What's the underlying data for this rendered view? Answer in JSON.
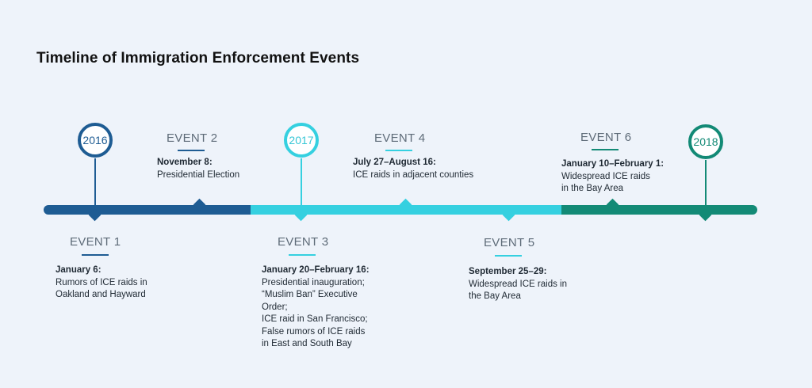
{
  "title": "Timeline of Immigration Enforcement Events",
  "colors": {
    "seg_2016": "#1e5c93",
    "seg_2017": "#35d0e0",
    "seg_2018": "#138a76",
    "background": "#eef3fa"
  },
  "years": [
    "2016",
    "2017",
    "2018"
  ],
  "events": [
    {
      "label": "EVENT 1",
      "date": "January 6:",
      "lines": [
        "Rumors of ICE raids in",
        "Oakland and Hayward"
      ]
    },
    {
      "label": "EVENT 2",
      "date": "November 8:",
      "lines": [
        "Presidential Election"
      ]
    },
    {
      "label": "EVENT 3",
      "date": "January 20–February 16:",
      "lines": [
        "Presidential inauguration;",
        "“Muslim Ban” Executive",
        "Order;",
        "ICE raid in San Francisco;",
        "False rumors of ICE raids",
        "in East and South Bay"
      ]
    },
    {
      "label": "EVENT 4",
      "date": "July 27–August 16:",
      "lines": [
        "ICE raids in adjacent counties"
      ]
    },
    {
      "label": "EVENT 5",
      "date": "September 25–29:",
      "lines": [
        "Widespread ICE raids in",
        "the Bay Area"
      ]
    },
    {
      "label": "EVENT 6",
      "date": "January 10–February 1:",
      "lines": [
        "Widespread ICE raids",
        "in the Bay Area"
      ]
    }
  ]
}
